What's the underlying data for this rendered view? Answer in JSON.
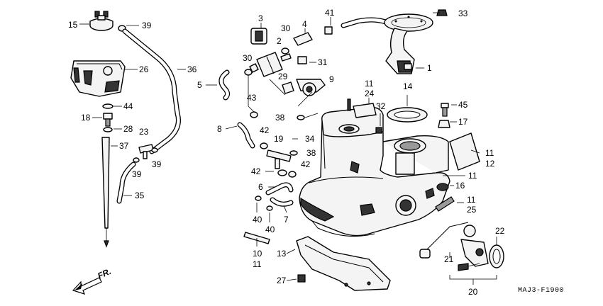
{
  "diagram_code": "MAJ3-F1900",
  "direction_label": "FR.",
  "callouts": {
    "c15": "15",
    "c39a": "39",
    "c26": "26",
    "c36": "36",
    "c44": "44",
    "c18": "18",
    "c28": "28",
    "c23": "23",
    "c37": "37",
    "c39b": "39",
    "c39c": "39",
    "c35": "35",
    "c3": "3",
    "c30a": "30",
    "c4": "4",
    "c41": "41",
    "c33": "33",
    "c2": "2",
    "c30b": "30",
    "c31": "31",
    "c5": "5",
    "c29": "29",
    "c9": "9",
    "c1": "1",
    "c11a": "11",
    "c24": "24",
    "c43": "43",
    "c14": "14",
    "c45": "45",
    "c32": "32",
    "c38a": "38",
    "c17": "17",
    "c8": "8",
    "c42a": "42",
    "c19": "19",
    "c34": "34",
    "c38b": "38",
    "c11b": "11",
    "c12": "12",
    "c42b": "42",
    "c42c": "42",
    "c11c": "11",
    "c6": "6",
    "c16": "16",
    "c11d": "11",
    "c25": "25",
    "c40a": "40",
    "c7": "7",
    "c40b": "40",
    "c22": "22",
    "c10": "10",
    "c11e": "11",
    "c13": "13",
    "c21": "21",
    "c27": "27",
    "c20": "20"
  }
}
